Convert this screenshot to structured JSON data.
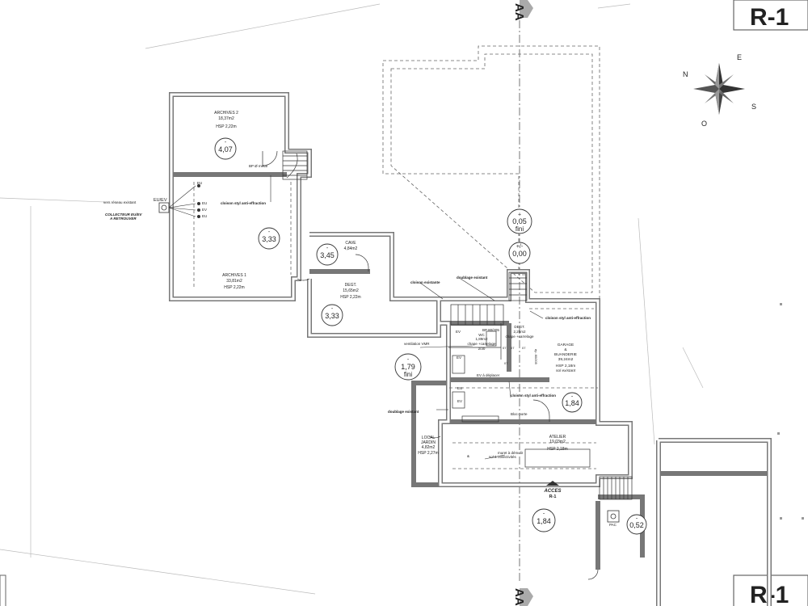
{
  "sheet": {
    "title_top": "R-1",
    "title_bottom": "R-1",
    "section_label_top": "AA",
    "section_label_bottom": "AA"
  },
  "compass": {
    "n": "N",
    "e": "E",
    "s": "S",
    "o": "O"
  },
  "rooms": {
    "archives2": {
      "name": "ARCHIVES 2",
      "area": "18,37m2",
      "hsp": "HSP 2,22m"
    },
    "archives1": {
      "name": "ARCHIVES 1",
      "area": "33,81m2",
      "hsp": "HSP 2,22m"
    },
    "cave": {
      "name": "CAVE",
      "area": "4,84m2"
    },
    "degt1": {
      "name": "DEGT.",
      "area": "15,65m2",
      "hsp": "HSP 2,22m"
    },
    "wc": {
      "name": "WC",
      "area": "1,89m2",
      "note": "chape +carrelage",
      "dim": "2/30"
    },
    "degt2": {
      "name": "DEGT.",
      "area": "2,25m2",
      "note": "chape +carrelage"
    },
    "garage": {
      "line1": "GARAGE",
      "line2": "&",
      "line3": "BUANDERIE",
      "area": "39,24m2",
      "hsp": "HSP 2,18m",
      "note": "sol existant"
    },
    "atelier": {
      "name": "ATELIER",
      "area": "19,03m2",
      "hsp": "HSP 2,18m"
    },
    "local_jardin": {
      "line1": "LOCAL",
      "line2": "JARDIN",
      "area": "4,82m2",
      "hsp": "HSP 2,27m"
    }
  },
  "levels": [
    {
      "sign": "-",
      "value": "4,07"
    },
    {
      "sign": "-",
      "value": "3,33"
    },
    {
      "sign": "-",
      "value": "3,45"
    },
    {
      "sign": "-",
      "value": "3,33"
    },
    {
      "sign": "+",
      "value": "0,05",
      "suffix": "fini"
    },
    {
      "sign": "+/-",
      "value": "0,00"
    },
    {
      "sign": "-",
      "value": "1,79",
      "suffix": "fini"
    },
    {
      "sign": "-",
      "value": "1,84"
    },
    {
      "sign": "-",
      "value": "1,84"
    },
    {
      "sign": "-",
      "value": "0,52"
    }
  ],
  "notes": {
    "vers_reseau": "vers réseau existant",
    "euev": "EU/EV",
    "collecteur_1": "COLLECTEUR EU/EV",
    "collecteur_2": "A RETROUVER",
    "eu": "EU",
    "ev": "EV",
    "cloison_archives": "cloison styl anti-effraction",
    "bp_metal": "BP Ø metal",
    "cloison_existante": "cloison existante",
    "doublage_existant_top": "doublage existant",
    "cloison_garage": "cloison styl anti-effraction",
    "bp_wc": "BP 80/205",
    "ventilation": "ventilation VMR",
    "ev_deplacer": "EV à déplacer",
    "cloison_garage2": "cloison styl anti-effraction",
    "doublage_existant_left": "doublage existant",
    "bloc_porte": "Bloc-porte",
    "muret": "muret à démolir",
    "sol_collectivites": "sol à collectivités",
    "amp": "&",
    "acces_1": "ACCES",
    "acces_2": "R-1",
    "rm1": "07",
    "rm2": "07",
    "rm3": "07",
    "rm4": "07",
    "rmv": "ép. 80/205",
    "pac": "PAC",
    "mark_l": "EU",
    "mark_v": "EV"
  }
}
